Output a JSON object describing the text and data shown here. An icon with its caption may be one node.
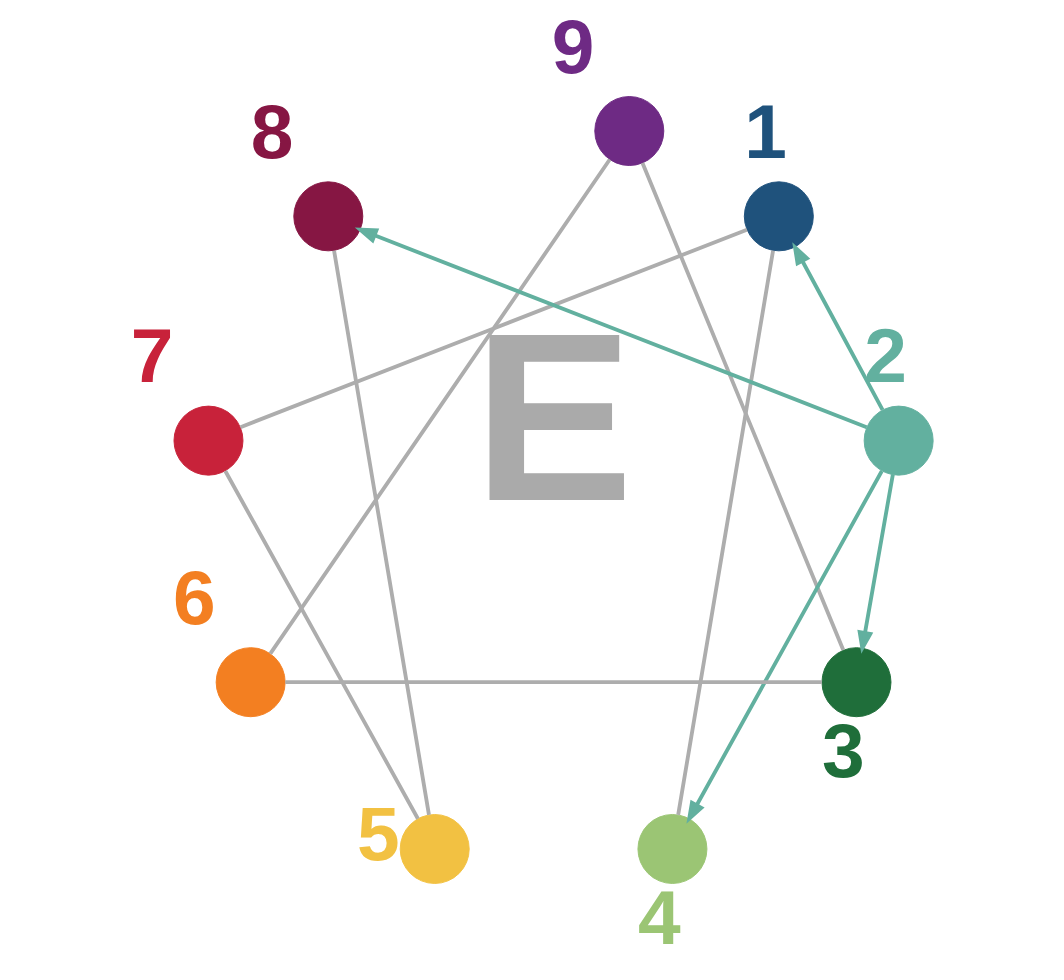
{
  "diagram": {
    "nodes": [
      {
        "text": [],
        "shape": "circle",
        "beside": [
          "1"
        ]
      },
      {
        "text": [],
        "shape": "circle",
        "beside": [
          "2"
        ]
      },
      {
        "text": [],
        "shape": "circle",
        "beside": [
          "3"
        ]
      },
      {
        "text": [],
        "shape": "circle",
        "beside": [
          "4"
        ]
      },
      {
        "text": [],
        "shape": "circle",
        "beside": [
          "5"
        ]
      },
      {
        "text": [],
        "shape": "circle",
        "beside": [
          "6"
        ]
      },
      {
        "text": [],
        "shape": "circle",
        "beside": [
          "7"
        ]
      },
      {
        "text": [],
        "shape": "circle",
        "beside": [
          "8"
        ]
      },
      {
        "text": [],
        "shape": "circle",
        "beside": [
          "9"
        ]
      }
    ],
    "edges": [
      {
        "from": 8,
        "to": 2,
        "arrow": "none"
      },
      {
        "from": 8,
        "to": 5,
        "arrow": "none"
      },
      {
        "from": 5,
        "to": 2,
        "arrow": "none"
      },
      {
        "from": 0,
        "to": 6,
        "arrow": "none"
      },
      {
        "from": 0,
        "to": 3,
        "arrow": "none"
      },
      {
        "from": 7,
        "to": 4,
        "arrow": "none"
      },
      {
        "from": 6,
        "to": 4,
        "arrow": "none"
      },
      {
        "from": 1,
        "to": 7,
        "arrow": "to",
        "color": "#62b09f"
      },
      {
        "from": 1,
        "to": 3,
        "arrow": "to",
        "color": "#62b09f"
      },
      {
        "from": 1,
        "to": 0,
        "arrow": "to",
        "color": "#62b09f"
      },
      {
        "from": 1,
        "to": 2,
        "arrow": "to",
        "color": "#62b09f"
      }
    ],
    "labels": [
      "E"
    ]
  }
}
